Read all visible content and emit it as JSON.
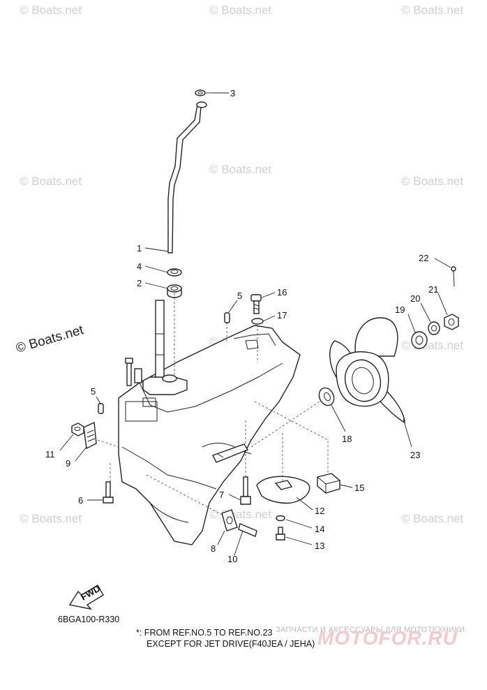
{
  "watermarks": {
    "text": "© Boats.net",
    "prominent": "© Boats.net"
  },
  "callouts": {
    "c1": "1",
    "c2": "2",
    "c3": "3",
    "c4": "4",
    "c5a": "5",
    "c5b": "5",
    "c6": "6",
    "c7": "7",
    "c8": "8",
    "c9": "9",
    "c10": "10",
    "c11": "11",
    "c12": "12",
    "c13": "13",
    "c14": "14",
    "c15": "15",
    "c16": "16",
    "c17": "17",
    "c18": "18",
    "c19": "19",
    "c20": "20",
    "c21": "21",
    "c22": "22",
    "c23": "23"
  },
  "badge": {
    "label": "FWD"
  },
  "footer": {
    "ref_code": "6BGA100-R330",
    "note_line1": "*: FROM REF.NO.5 TO REF.NO.23",
    "note_line2": "EXCEPT FOR JET DRIVE(F40JEA / JEHA)"
  },
  "store": {
    "tagline": "ЗАПЧАСТИ И АКСЕССУАРЫ ДЛЯ МОТОТЕХНИКИ",
    "brand": "MOTOFOR.RU"
  },
  "colors": {
    "ink": "#222222",
    "watermark": "#d0d0d0",
    "brand": "#f5c9cd"
  }
}
